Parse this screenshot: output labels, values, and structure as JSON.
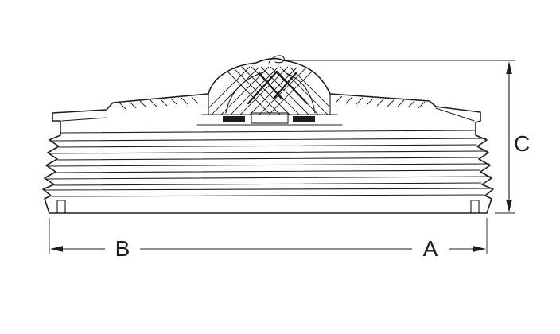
{
  "drawing": {
    "labels": {
      "a": "A",
      "b": "B",
      "c": "C"
    },
    "line_color": "#1d1d1d",
    "background_color": "#ffffff"
  }
}
